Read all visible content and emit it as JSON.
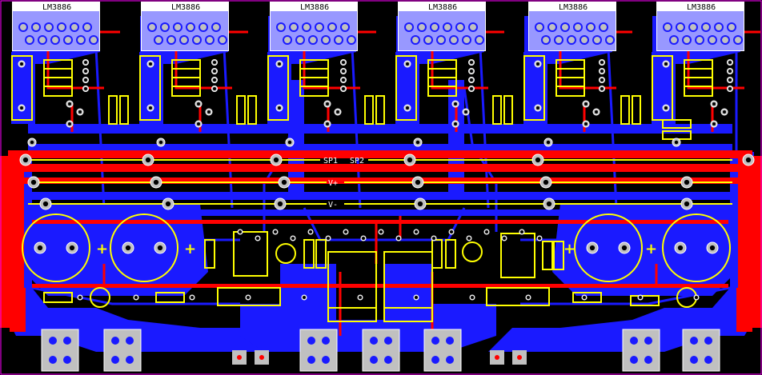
{
  "ic_label": "LM3886",
  "net_labels": {
    "sp1": "SP1",
    "sp2": "SP2",
    "vplus": "V+",
    "vminus": "V-"
  },
  "polarity_plus": "+",
  "colors": {
    "board": "#000000",
    "top_copper": "#ff0000",
    "bottom_copper": "#1a1aff",
    "silkscreen": "#ffff00",
    "pad": "#c0c0c0",
    "via_ring": "#c0c0c0",
    "outline": "#ff00ff"
  }
}
